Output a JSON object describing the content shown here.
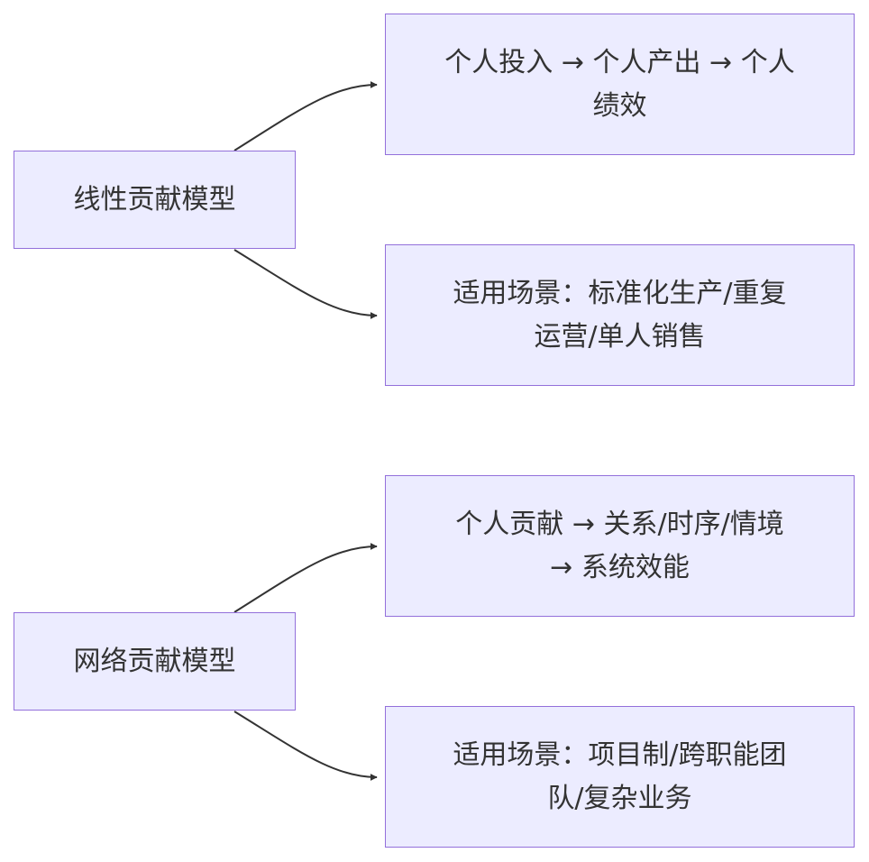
{
  "diagram": {
    "nodes": {
      "linear_model": {
        "label": "线性贡献模型"
      },
      "linear_chain": {
        "label": "个人投入 → 个人产出 → 个人绩效"
      },
      "linear_scenario": {
        "label": "适用场景：标准化生产/重复运营/单人销售"
      },
      "network_model": {
        "label": "网络贡献模型"
      },
      "network_chain": {
        "label": "个人贡献 → 关系/时序/情境 → 系统效能"
      },
      "network_scenario": {
        "label": "适用场景：项目制/跨职能团队/复杂业务"
      }
    },
    "edges": [
      {
        "from": "linear_model",
        "to": "linear_chain"
      },
      {
        "from": "linear_model",
        "to": "linear_scenario"
      },
      {
        "from": "network_model",
        "to": "network_chain"
      },
      {
        "from": "network_model",
        "to": "network_scenario"
      }
    ],
    "colors": {
      "node_fill": "#ececff",
      "node_border": "#9370db",
      "edge": "#333333",
      "text": "#333333"
    }
  }
}
